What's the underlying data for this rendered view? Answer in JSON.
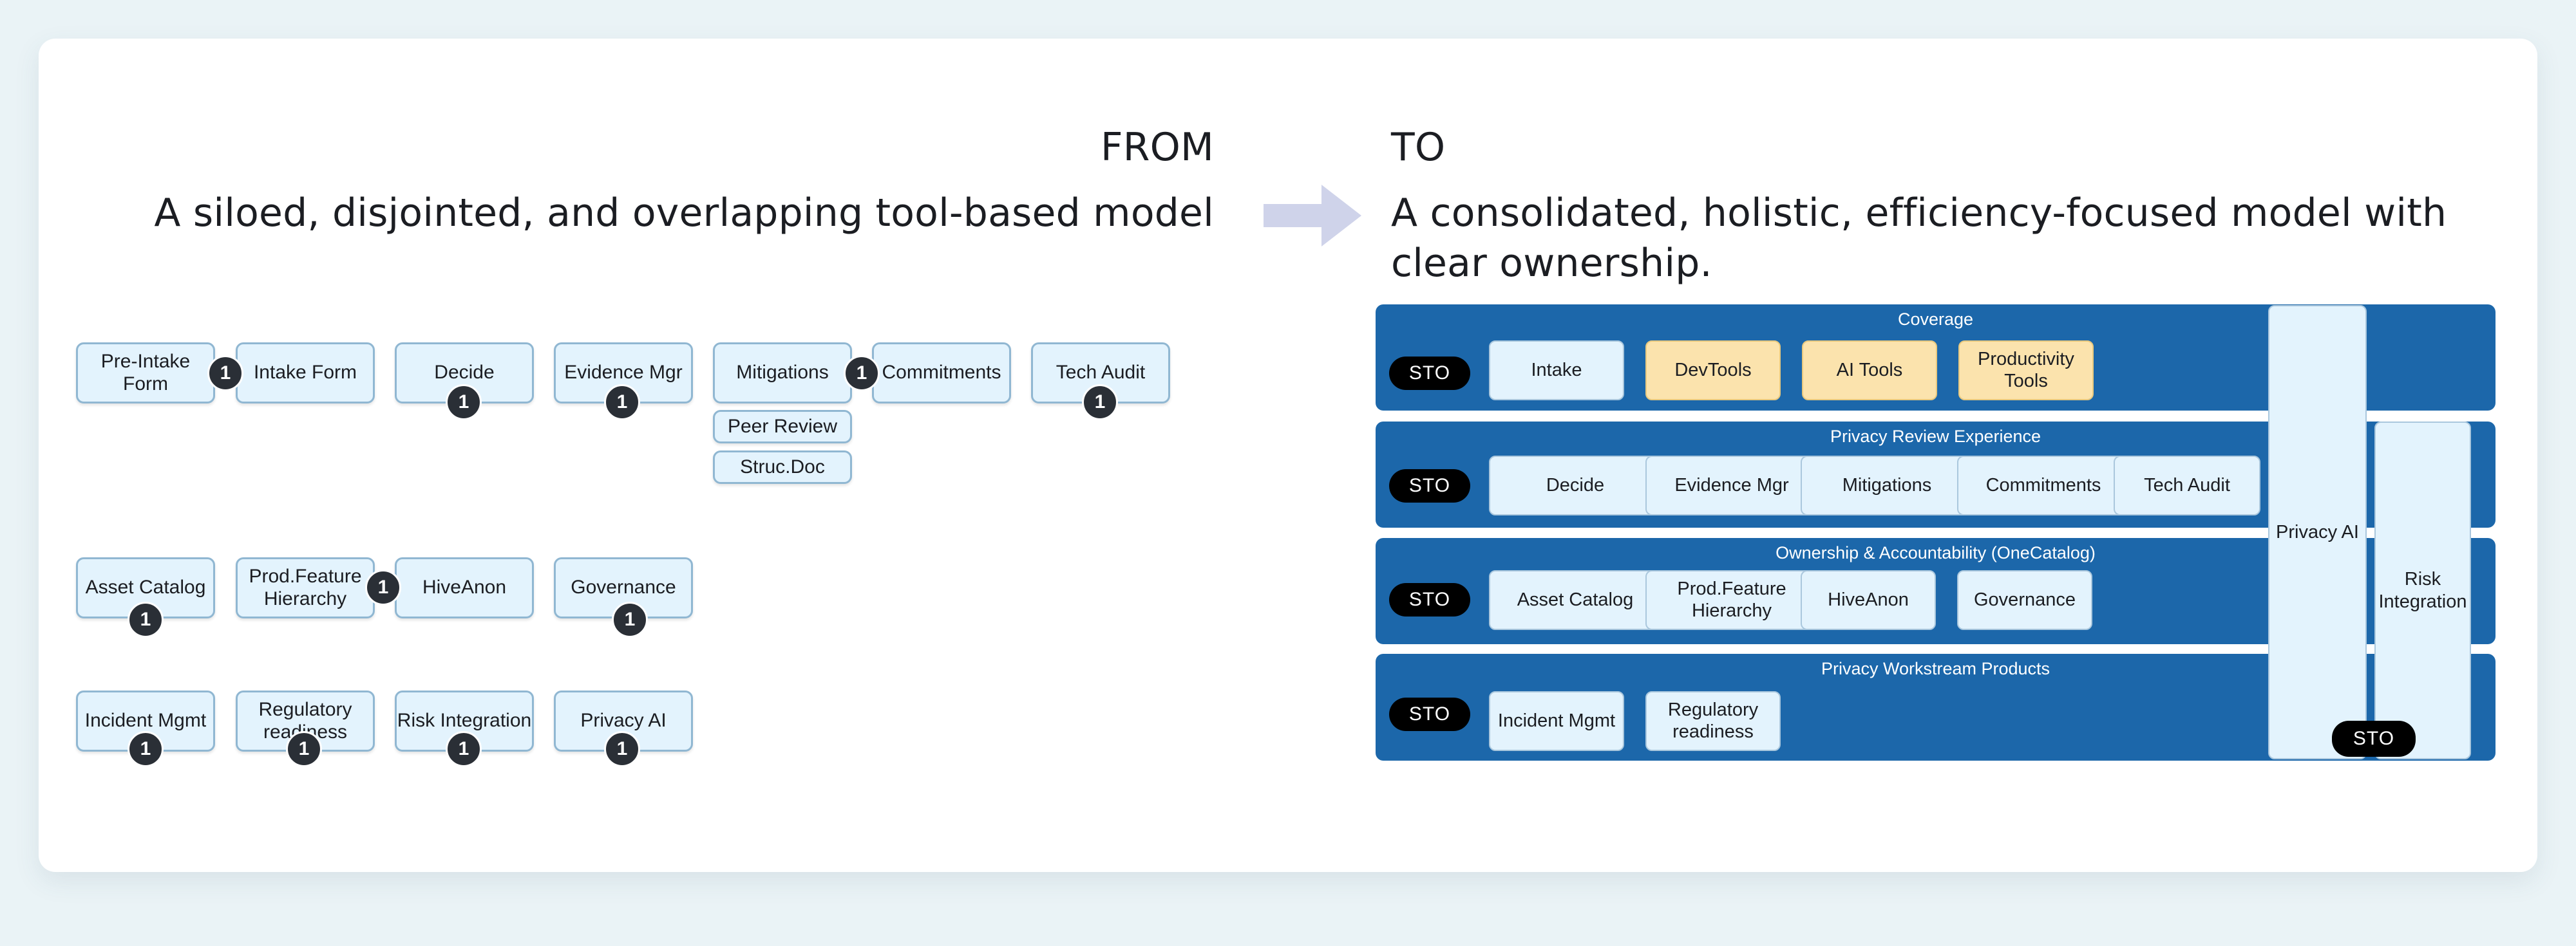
{
  "from": {
    "label": "FROM",
    "description": "A siloed, disjointed, and overlapping tool-based model",
    "badge_text": "1",
    "boxes": {
      "pre_intake_form": "Pre-Intake\nForm",
      "intake_form": "Intake Form",
      "decide": "Decide",
      "evidence_mgr": "Evidence Mgr",
      "mitigations": "Mitigations",
      "peer_review": "Peer Review",
      "struc_doc": "Struc.Doc",
      "commitments": "Commitments",
      "tech_audit": "Tech Audit",
      "asset_catalog": "Asset Catalog",
      "prod_feature_hierarchy": "Prod.Feature\nHierarchy",
      "hiveanon": "HiveAnon",
      "governance": "Governance",
      "incident_mgmt": "Incident Mgmt",
      "regulatory_readiness": "Regulatory\nreadiness",
      "risk_integration": "Risk Integration",
      "privacy_ai": "Privacy AI"
    }
  },
  "arrow": {
    "icon": "right-arrow-icon",
    "color": "#cfd3ea"
  },
  "to": {
    "label": "TO",
    "description": "A consolidated, holistic, efficiency-focused model with clear ownership.",
    "sto_label": "STO",
    "colors": {
      "band": "#1c67aa",
      "box": "#e3f3fd",
      "highlight": "#fbe3ad"
    },
    "bands": {
      "coverage": {
        "title": "Coverage",
        "items": [
          "Intake",
          "DevTools",
          "AI Tools",
          "Productivity\nTools"
        ]
      },
      "privacy_review": {
        "title": "Privacy Review Experience",
        "items": [
          "Decide",
          "Evidence Mgr",
          "Mitigations",
          "Commitments",
          "Tech Audit"
        ]
      },
      "ownership": {
        "title": "Ownership & Accountability (OneCatalog)",
        "items": [
          "Asset Catalog",
          "Prod.Feature\nHierarchy",
          "HiveAnon",
          "Governance"
        ]
      },
      "workstream": {
        "title": "Privacy Workstream Products",
        "items": [
          "Incident Mgmt",
          "Regulatory\nreadiness"
        ]
      }
    },
    "privacy_ai": "Privacy AI",
    "risk_integration": "Risk\nIntegration"
  }
}
